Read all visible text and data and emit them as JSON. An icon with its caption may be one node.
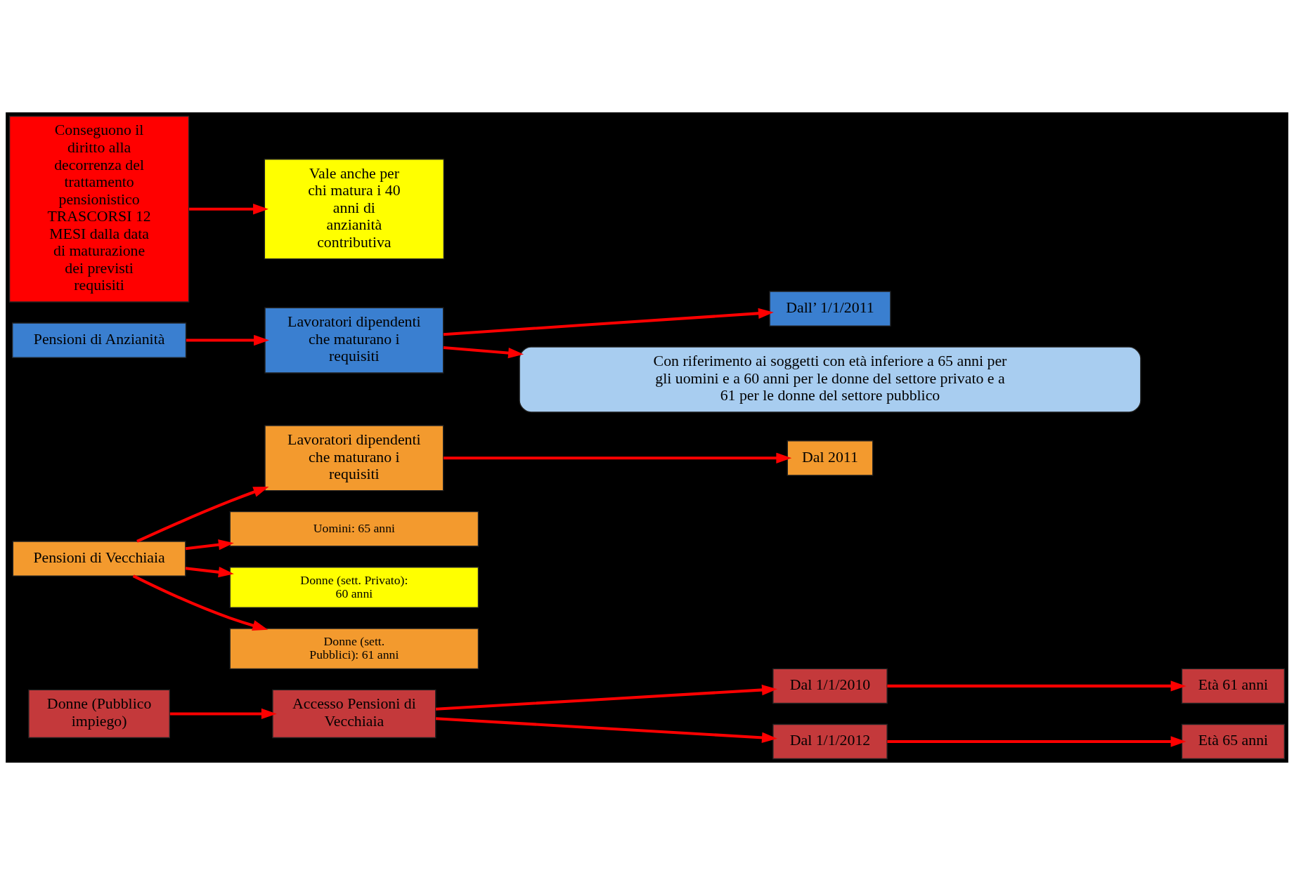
{
  "diagram": {
    "nodes": [
      {
        "text": [
          "Donne (Pubblico impiego)"
        ]
      },
      {
        "text": [
          "Accesso Pensioni di Vecchiaia"
        ]
      },
      {
        "text": [
          "Dal 1/1/2010"
        ]
      },
      {
        "text": [
          "Età 61 anni"
        ]
      },
      {
        "text": [
          "Dal 1/1/2012"
        ]
      },
      {
        "text": [
          "Età 65 anni"
        ]
      },
      {
        "text": [
          "Pensioni di Vecchiaia"
        ]
      },
      {
        "text": [
          "Lavoratori dipendenti che maturano i requisiti"
        ]
      },
      {
        "text": [
          "Dal 2011"
        ]
      },
      {
        "text": [
          "Uomini: 65 anni"
        ]
      },
      {
        "text": [
          "Donne (sett. Privato): 60 anni"
        ]
      },
      {
        "text": [
          "Donne (sett. Pubblici): 61 anni"
        ]
      },
      {
        "text": [
          "Pensioni di Anzianità"
        ]
      },
      {
        "text": [
          "Lavoratori dipendenti che maturano i requisiti"
        ]
      },
      {
        "text": [
          "Dall’ 1/1/2011"
        ]
      },
      {
        "text": [
          "Con riferimento ai soggetti con età inferiore a 65 anni per gli uomini e a 60 anni per le donne del settore privato e a 61 per le donne del settore pubblico"
        ]
      },
      {
        "text": [
          "Conseguono il diritto alla decorrenza del trattamento pensionistico TRASCORSI 12 MESI dalla data di maturazione dei previsti requisiti"
        ]
      },
      {
        "text": [
          "Vale anche per chi matura i 40 anni di anzianità contributiva"
        ]
      }
    ],
    "edges": [
      {
        "from": 0,
        "to": 1,
        "arrow": "to"
      },
      {
        "from": 1,
        "to": 2,
        "arrow": "to"
      },
      {
        "from": 1,
        "to": 4,
        "arrow": "to"
      },
      {
        "from": 2,
        "to": 3,
        "arrow": "to"
      },
      {
        "from": 4,
        "to": 5,
        "arrow": "to"
      },
      {
        "from": 6,
        "to": 7,
        "arrow": "to"
      },
      {
        "from": 7,
        "to": 8,
        "arrow": "to"
      },
      {
        "from": 6,
        "to": 9,
        "arrow": "to"
      },
      {
        "from": 6,
        "to": 10,
        "arrow": "to"
      },
      {
        "from": 6,
        "to": 11,
        "arrow": "to"
      },
      {
        "from": 12,
        "to": 13,
        "arrow": "to"
      },
      {
        "from": 13,
        "to": 14,
        "arrow": "to"
      },
      {
        "from": 13,
        "to": 15,
        "arrow": "to"
      },
      {
        "from": 16,
        "to": 17,
        "arrow": "to"
      }
    ]
  }
}
